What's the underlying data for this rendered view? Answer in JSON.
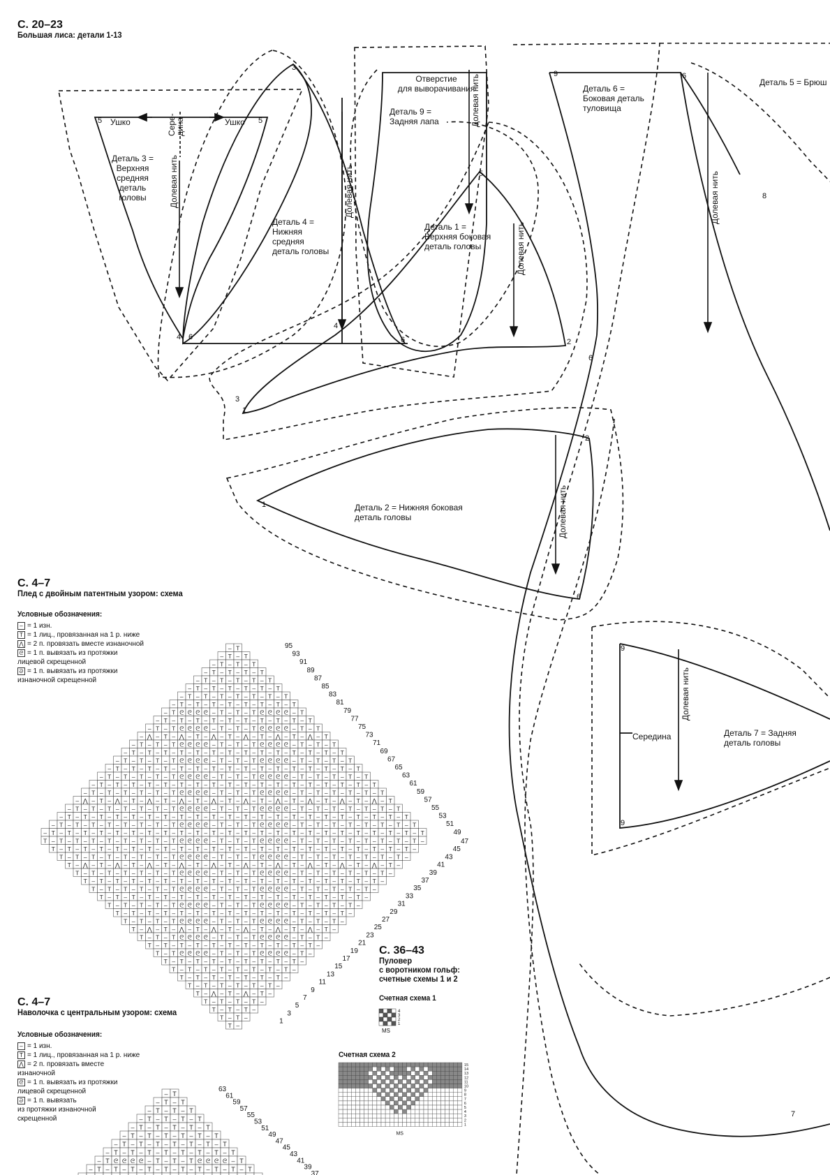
{
  "header": {
    "page_ref": "С. 20–23",
    "title": "Большая лиса: детали 1-13"
  },
  "pattern": {
    "labels": {
      "opening": "Отверстие\nдля выворачивания",
      "part9": "Деталь 9 =\nЗадняя лапа",
      "part6": "Деталь 6 =\nБоковая деталь\nтуловища",
      "part5": "Деталь 5 = Брюш",
      "part3": "Деталь 3 =\nВерхняя\nсредняя\nдеталь\nголовы",
      "part4": "Деталь 4 =\nНижняя\nсредняя\nдеталь головы",
      "part1": "Деталь 1 =\nВерхняя боковая\nдеталь головы",
      "part2": "Деталь 2 = Нижняя боковая\nдеталь головы",
      "part7": "Деталь 7 = Задняя\nдеталь головы",
      "ear_left": "Ушко",
      "ear_right": "Ушко",
      "middle_vertical": "Сере-\nдина",
      "middle": "Середина",
      "grain": "Долевая нить"
    },
    "point_numbers": [
      "1",
      "2",
      "3",
      "4",
      "5",
      "6",
      "7",
      "8",
      "9"
    ]
  },
  "plaid": {
    "page_ref": "С. 4–7",
    "title": "Плед с двойным патентным узором: схема",
    "legend_title": "Условные обозначения:",
    "legend": [
      {
        "symbol": "–",
        "text": "= 1 изн."
      },
      {
        "symbol": "T",
        "text": "= 1 лиц., провязанная на 1 р. ниже"
      },
      {
        "symbol": "⋀",
        "text": "= 2 п. провязать вместе изнаночной"
      },
      {
        "symbol": "ᘓ",
        "text": "= 1 п. вывязать из протяжки\nлицевой скрещенной"
      },
      {
        "symbol": "ᘐ",
        "text": "= 1 п. вывязать из протяжки\nизнаночной скрещенной"
      }
    ],
    "row_numbers": [
      "95",
      "93",
      "91",
      "89",
      "87",
      "85",
      "83",
      "81",
      "79",
      "77",
      "75",
      "73",
      "71",
      "69",
      "67",
      "65",
      "63",
      "61",
      "59",
      "57",
      "55",
      "53",
      "51",
      "49",
      "47",
      "45",
      "43",
      "41",
      "39",
      "37",
      "35",
      "33",
      "31",
      "29",
      "27",
      "25",
      "23",
      "21",
      "19",
      "17",
      "15",
      "13",
      "11",
      "9",
      "7",
      "5",
      "3",
      "1"
    ]
  },
  "pillow": {
    "page_ref": "С. 4–7",
    "title": "Наволочка с центральным узором: схема",
    "legend_title": "Условные обозначения:",
    "legend": [
      {
        "symbol": "–",
        "text": "= 1 изн."
      },
      {
        "symbol": "T",
        "text": "= 1 лиц., провязанная на 1 р. ниже"
      },
      {
        "symbol": "⋀",
        "text": "= 2 п. провязать вместе\nизнаночной"
      },
      {
        "symbol": "ᘓ",
        "text": "= 1 п. вывязать из протяжки\nлицевой скрещенной"
      },
      {
        "symbol": "ᘐ",
        "text": "= 1 п. вывязать\nиз протяжки изнаночной\nскрещенной"
      }
    ],
    "row_numbers": [
      "63",
      "61",
      "59",
      "57",
      "55",
      "53",
      "51",
      "49",
      "47",
      "45",
      "43",
      "41",
      "39",
      "37"
    ]
  },
  "pullover": {
    "page_ref": "С. 36–43",
    "title": "Пуловер\nс воротником гольф:\nсчетные схемы 1 и 2",
    "scheme1_title": "Счетная схема 1",
    "scheme1_rows": [
      "4",
      "3",
      "2",
      "1"
    ],
    "scheme1_ms": "MS",
    "scheme2_title": "Счетная схема 2",
    "scheme2_rows": [
      "15",
      "14",
      "13",
      "12",
      "11",
      "10",
      "9",
      "8",
      "7",
      "6",
      "5",
      "4",
      "3",
      "2",
      "1"
    ],
    "scheme2_ms": "MS"
  }
}
